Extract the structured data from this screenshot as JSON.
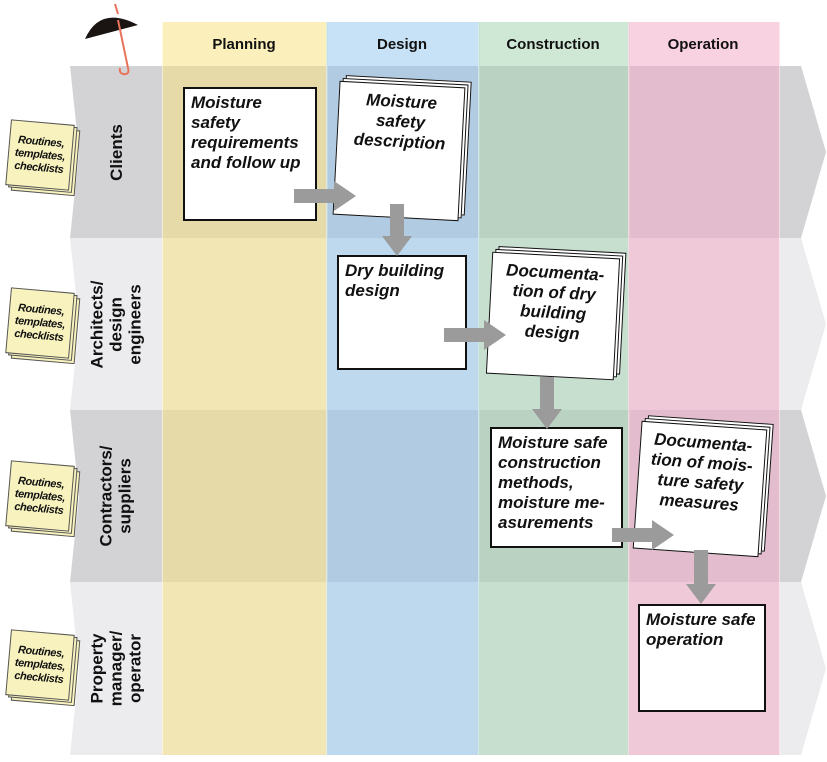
{
  "phases": [
    {
      "label": "Planning",
      "color": "#f7e27a"
    },
    {
      "label": "Design",
      "color": "#8fc3ee"
    },
    {
      "label": "Construction",
      "color": "#9fd2ad"
    },
    {
      "label": "Operation",
      "color": "#f3a6c3"
    }
  ],
  "roles": [
    {
      "label": "Clients"
    },
    {
      "label": "Architects/ design engineers"
    },
    {
      "label": "Contractors/ suppliers"
    },
    {
      "label": "Property manager/ operator"
    }
  ],
  "note_label": "Routines, templates, checklists",
  "boxes": {
    "req": "Moisture safety requirements and follow up",
    "desc": "Moisture safety description",
    "dry": "Dry building design",
    "docdry": "Documenta-tion of dry building design",
    "methods": "Moisture safe construction methods, moisture me-asurements",
    "docmeas": "Documenta-tion of mois-ture safety measures",
    "operation": "Moisture safe operation"
  },
  "colors": {
    "arrow": "#9b9b9b",
    "umbrella": "#1a1412",
    "handle": "#e8735a"
  }
}
